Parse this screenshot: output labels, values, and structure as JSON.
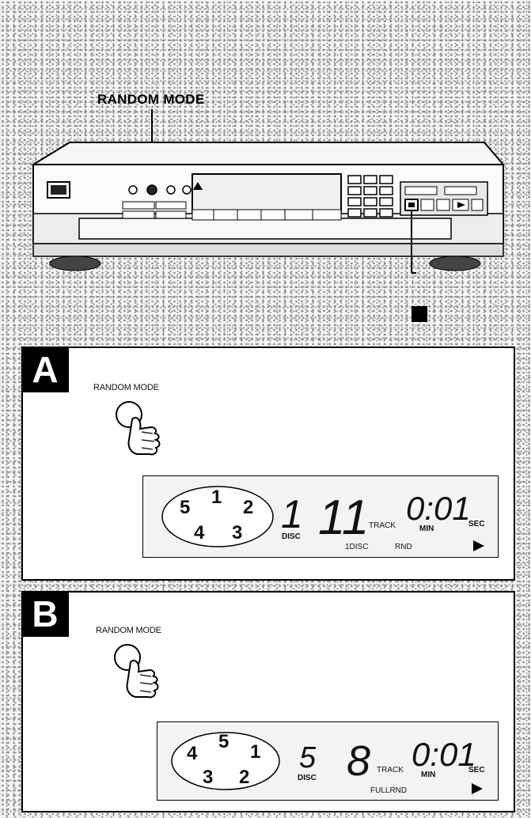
{
  "device": {
    "random_mode_label": "RANDOM MODE"
  },
  "panel_a": {
    "badge": "A",
    "button_label": "RANDOM MODE",
    "disc_ring": [
      "5",
      "1",
      "2",
      "4",
      "3"
    ],
    "disc_number": "1",
    "track_number": "11",
    "time_value": "0:01",
    "labels": {
      "disc": "DISC",
      "track": "TRACK",
      "min": "MIN",
      "sec": "SEC",
      "mode_1": "1DISC",
      "mode_2": "RND"
    }
  },
  "panel_b": {
    "badge": "B",
    "button_label": "RANDOM MODE",
    "disc_ring": [
      "4",
      "5",
      "1",
      "3",
      "2"
    ],
    "disc_number": "5",
    "track_number": "8",
    "time_value": "0:01",
    "labels": {
      "disc": "DISC",
      "track": "TRACK",
      "min": "MIN",
      "sec": "SEC",
      "mode": "FULLRND"
    }
  }
}
